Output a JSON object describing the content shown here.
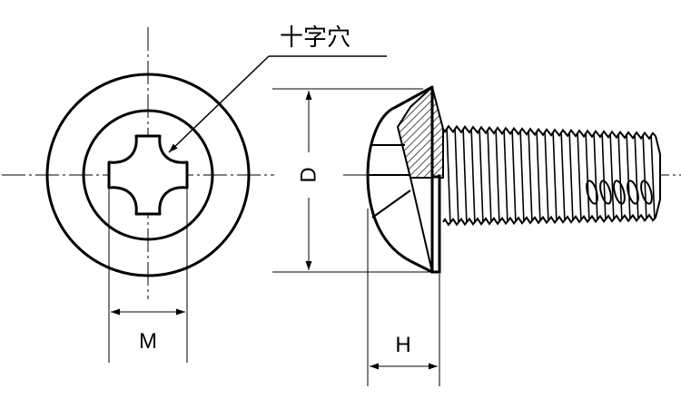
{
  "labels": {
    "cross_recess": "十字穴",
    "dim_m": "M",
    "dim_d": "D",
    "dim_h": "H"
  },
  "colors": {
    "line": "#000000",
    "background": "#ffffff"
  }
}
